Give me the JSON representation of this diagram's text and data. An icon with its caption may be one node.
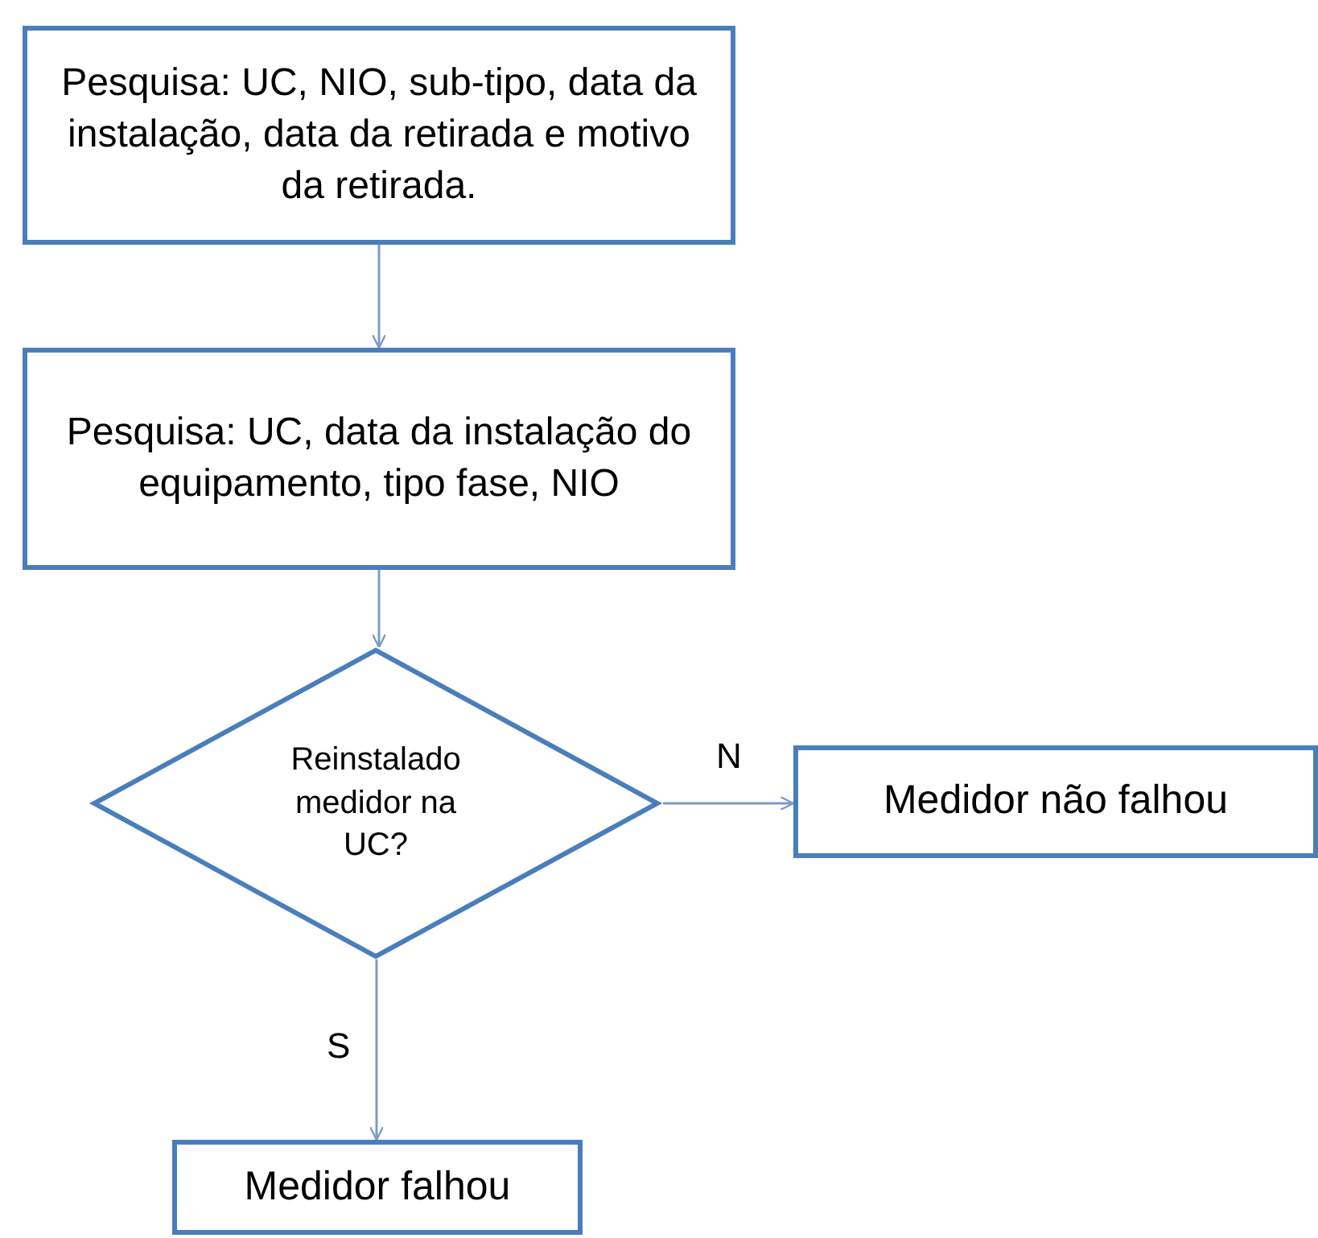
{
  "diagram": {
    "nodes": [
      {
        "text": [
          "Pesquisa: UC, NIO, sub-tipo, data da instalação, data da retirada e motivo da retirada."
        ]
      },
      {
        "text": [
          "Pesquisa: UC, data da instalação do equipamento, tipo fase, NIO"
        ]
      },
      {
        "text": [
          "Reinstalado medidor na UC?"
        ]
      },
      {
        "text": [
          "Medidor não falhou"
        ]
      },
      {
        "text": [
          "Medidor falhou"
        ]
      }
    ],
    "edges": [
      {
        "from": 0,
        "to": 1,
        "arrow": "to"
      },
      {
        "from": 1,
        "to": 2,
        "arrow": "to"
      },
      {
        "from": 2,
        "to": 3,
        "arrow": "to",
        "label": "N"
      },
      {
        "from": 2,
        "to": 4,
        "arrow": "to",
        "label": "S"
      }
    ]
  }
}
